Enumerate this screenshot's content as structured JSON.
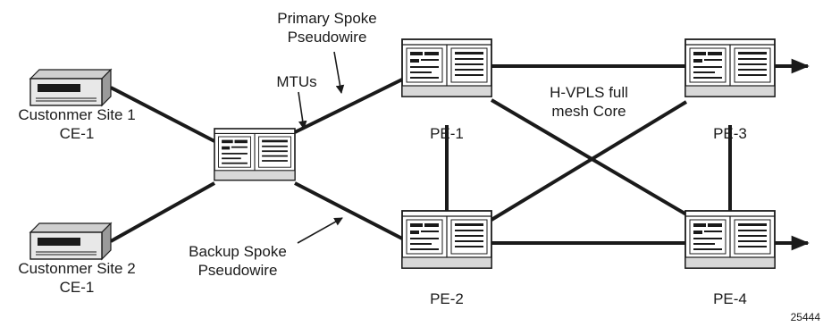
{
  "labels": {
    "primary_spoke_line1": "Primary Spoke",
    "primary_spoke_line2": "Pseudowire",
    "mtus": "MTUs",
    "hvpls_line1": "H-VPLS full",
    "hvpls_line2": "mesh Core",
    "site1_line1": "Custonmer Site 1",
    "site1_line2": "CE-1",
    "site2_line1": "Custonmer Site 2",
    "site2_line2": "CE-1",
    "backup_spoke_line1": "Backup Spoke",
    "backup_spoke_line2": "Pseudowire",
    "pe1": "PE-1",
    "pe2": "PE-2",
    "pe3": "PE-3",
    "pe4": "PE-4",
    "figure_id": "25444"
  }
}
